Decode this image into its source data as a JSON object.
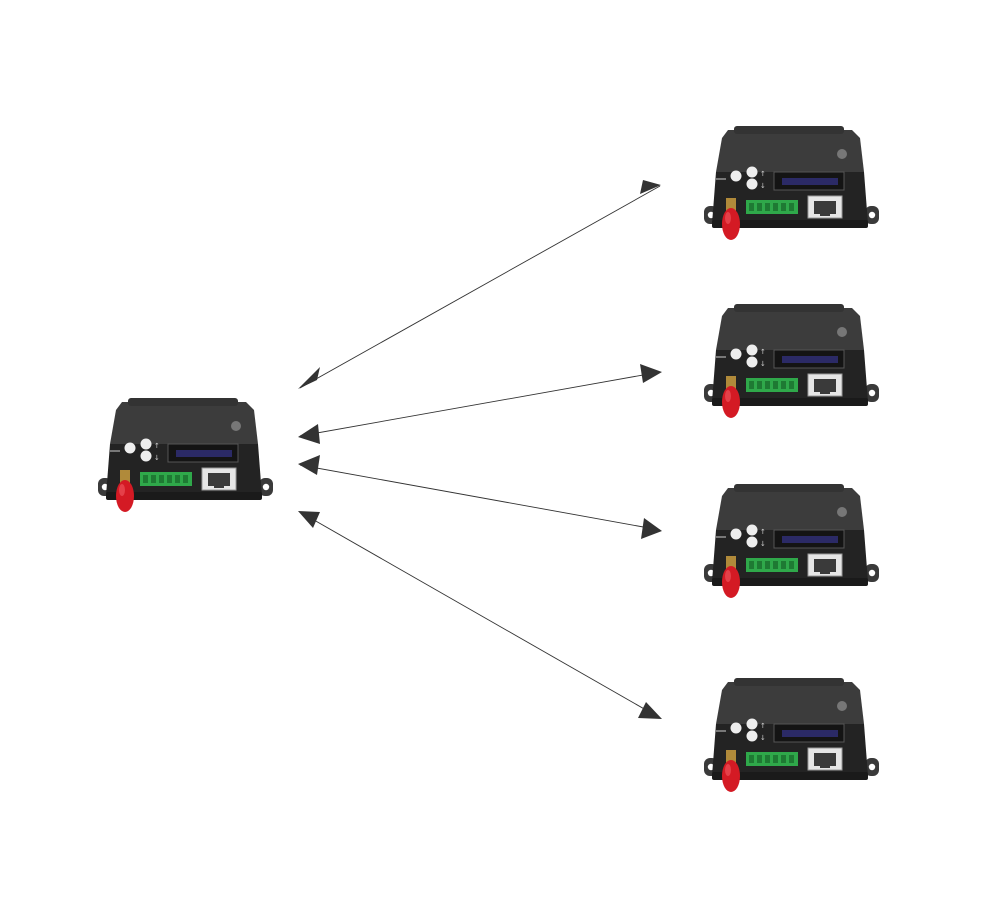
{
  "diagram": {
    "type": "one-to-many wireless link (1 master to 4 slaves)",
    "hub": {
      "name": "master-device",
      "label_top": "",
      "label_display": ""
    },
    "devices": [
      {
        "name": "slave-device-1",
        "label_top": "",
        "label_display": ""
      },
      {
        "name": "slave-device-2",
        "label_top": "",
        "label_display": ""
      },
      {
        "name": "slave-device-3",
        "label_top": "",
        "label_display": ""
      },
      {
        "name": "slave-device-4",
        "label_top": "",
        "label_display": ""
      }
    ],
    "links": [
      {
        "from": "master-device",
        "to": "slave-device-1",
        "direction": "bidirectional"
      },
      {
        "from": "master-device",
        "to": "slave-device-2",
        "direction": "bidirectional"
      },
      {
        "from": "master-device",
        "to": "slave-device-3",
        "direction": "bidirectional"
      },
      {
        "from": "master-device",
        "to": "slave-device-4",
        "direction": "bidirectional"
      }
    ],
    "colors": {
      "background": "#ffffff",
      "device_body": "#2a2a2a",
      "device_top": "#3a3a3a",
      "antenna": "#d41a24",
      "terminal_block": "#2fa84a",
      "display": "#2b2a66",
      "arrow": "#333333"
    }
  }
}
